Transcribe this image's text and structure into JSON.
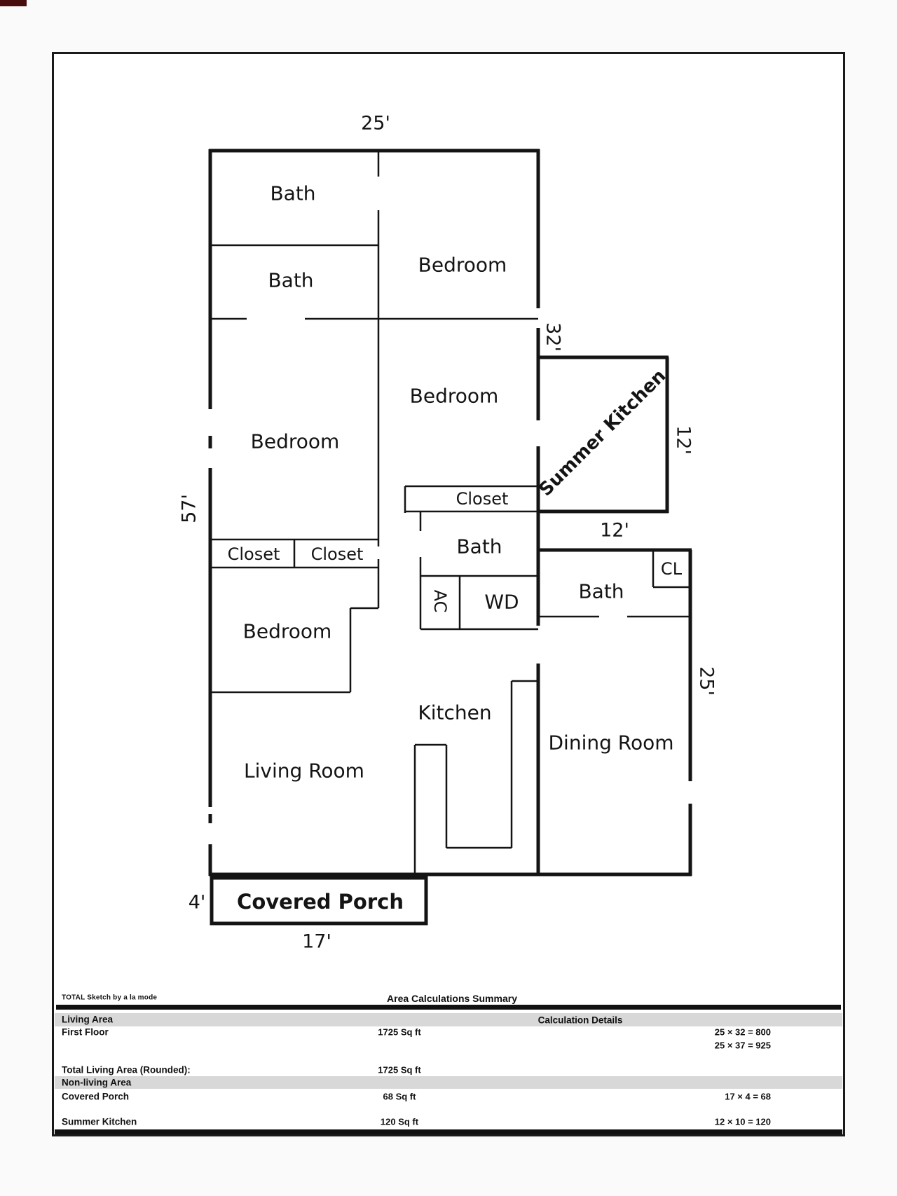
{
  "plan": {
    "dims": {
      "width_top": "25'",
      "height_left": "57'",
      "height_upper_right": "32'",
      "sk_height_right": "12'",
      "sk_width_bottom": "12'",
      "height_lower_right": "25'",
      "porch_height": "4'",
      "porch_width": "17'"
    },
    "rooms": {
      "bath_top": "Bath",
      "bath_upper_left": "Bath",
      "bedroom_upper_right": "Bedroom",
      "bedroom_left": "Bedroom",
      "bedroom_middle": "Bedroom",
      "summer_kitchen": "Summer Kitchen",
      "closet_left_a": "Closet",
      "closet_left_b": "Closet",
      "closet_middle": "Closet",
      "bath_middle": "Bath",
      "ac_unit": "AC",
      "washer_dryer": "WD",
      "bath_right": "Bath",
      "closet_small": "CL",
      "bedroom_lower_left": "Bedroom",
      "kitchen": "Kitchen",
      "living_room": "Living Room",
      "dining_room": "Dining Room",
      "covered_porch": "Covered Porch"
    }
  },
  "summary": {
    "branding": "TOTAL Sketch by a la mode",
    "title": "Area Calculations Summary",
    "living_area_header": "Living Area",
    "calculation_details_header": "Calculation Details",
    "first_floor": {
      "label": "First Floor",
      "value": "1725 Sq ft",
      "calc_1": "25 × 32 = 800",
      "calc_2": "25 × 37 = 925"
    },
    "total": {
      "label": "Total Living Area (Rounded):",
      "value": "1725 Sq ft"
    },
    "non_living_header": "Non-living Area",
    "covered_porch": {
      "label": "Covered Porch",
      "value": "68 Sq ft",
      "calc": "17 × 4  =  68"
    },
    "summer_kitchen": {
      "label": "Summer Kitchen",
      "value": "120 Sq ft",
      "calc": "12 × 10 = 120"
    }
  },
  "colors": {
    "wall": "#141414",
    "band_gray": "#d8d8d8",
    "page_bg": "#ffffff"
  }
}
